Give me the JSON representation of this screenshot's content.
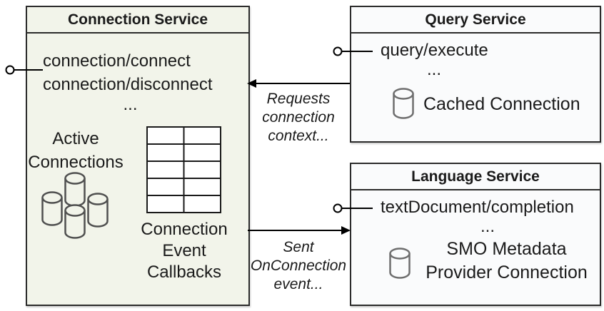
{
  "connection_service": {
    "title": "Connection Service",
    "methods": [
      "connection/connect",
      "connection/disconnect"
    ],
    "ellipsis": "...",
    "active_connections": [
      "Active",
      "Connections"
    ],
    "callbacks": [
      "Connection",
      "Event",
      "Callbacks"
    ]
  },
  "query_service": {
    "title": "Query Service",
    "methods": [
      "query/execute"
    ],
    "ellipsis": "...",
    "cached": "Cached Connection"
  },
  "language_service": {
    "title": "Language Service",
    "methods": [
      "textDocument/completion"
    ],
    "ellipsis": "...",
    "cached": [
      "SMO Metadata",
      "Provider Connection"
    ]
  },
  "arrow_labels": {
    "requests": [
      "Requests",
      "connection",
      "context..."
    ],
    "sent": [
      "Sent",
      "OnConnection",
      "event..."
    ]
  },
  "colors": {
    "connection_box_fill": "#f2f4ea",
    "service_box_fill": "#fafbfc",
    "box_border": "#2b2b2b",
    "text": "#1a1a1a",
    "database_icon_stroke": "#6e6e6e",
    "connector": "#000000"
  }
}
